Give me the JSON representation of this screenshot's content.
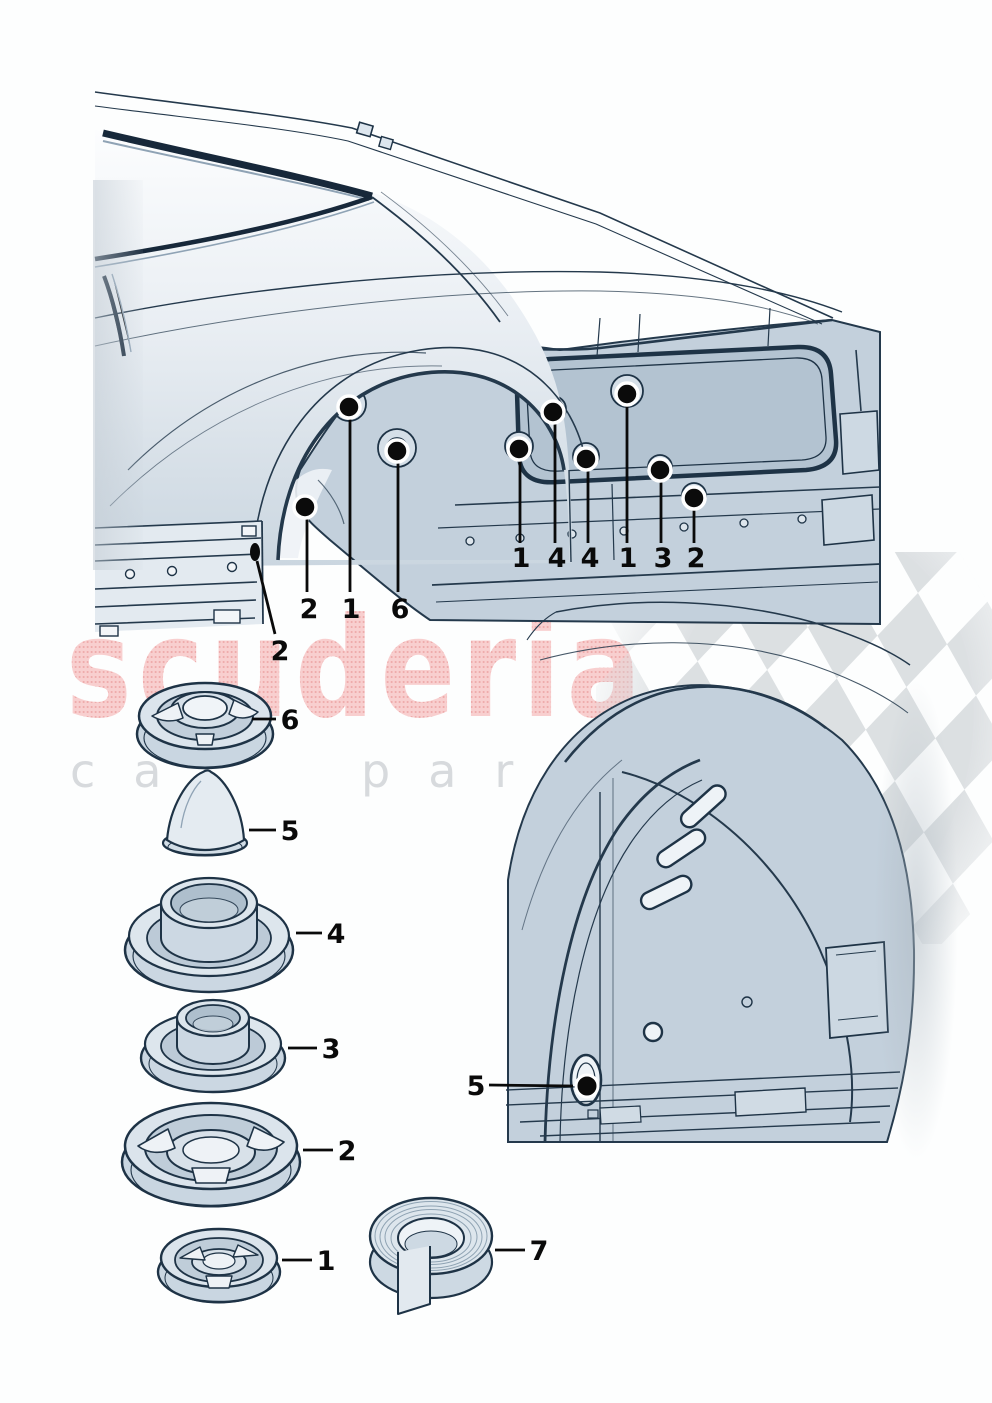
{
  "watermark": {
    "brand": "scuderia",
    "subtitle": "car parts",
    "brand_color": "#f3b9b9",
    "subtitle_color": "#d7dadd",
    "checker_color": "#d5d9dc"
  },
  "diagram": {
    "type": "vehicle body parts diagram - rear quarter panel plugs, grommets and sealing tape",
    "line_color": "#24394c",
    "panel_fill": "#c5d2de",
    "panel_light": "#dde6ee",
    "callout_color": "#0a0a0a",
    "background": "#fdfefe"
  },
  "view1": {
    "name": "rear quarter panel side view",
    "callouts": [
      {
        "label": "2"
      },
      {
        "label": "1"
      },
      {
        "label": "6"
      },
      {
        "label": "2"
      },
      {
        "label": "1"
      },
      {
        "label": "4"
      },
      {
        "label": "4"
      },
      {
        "label": "1"
      },
      {
        "label": "3"
      },
      {
        "label": "2"
      }
    ]
  },
  "view2": {
    "name": "inner wheel housing view",
    "callouts": [
      {
        "label": "5"
      }
    ]
  },
  "parts_column": {
    "items": [
      {
        "label": "6",
        "shape": "flanged grommet plug"
      },
      {
        "label": "5",
        "shape": "cone plug"
      },
      {
        "label": "4",
        "shape": "tall cup grommet"
      },
      {
        "label": "3",
        "shape": "cup grommet"
      },
      {
        "label": "2",
        "shape": "large ring grommet"
      },
      {
        "label": "1",
        "shape": "small ring grommet"
      },
      {
        "label": "7",
        "shape": "sealing tape roll"
      }
    ]
  }
}
